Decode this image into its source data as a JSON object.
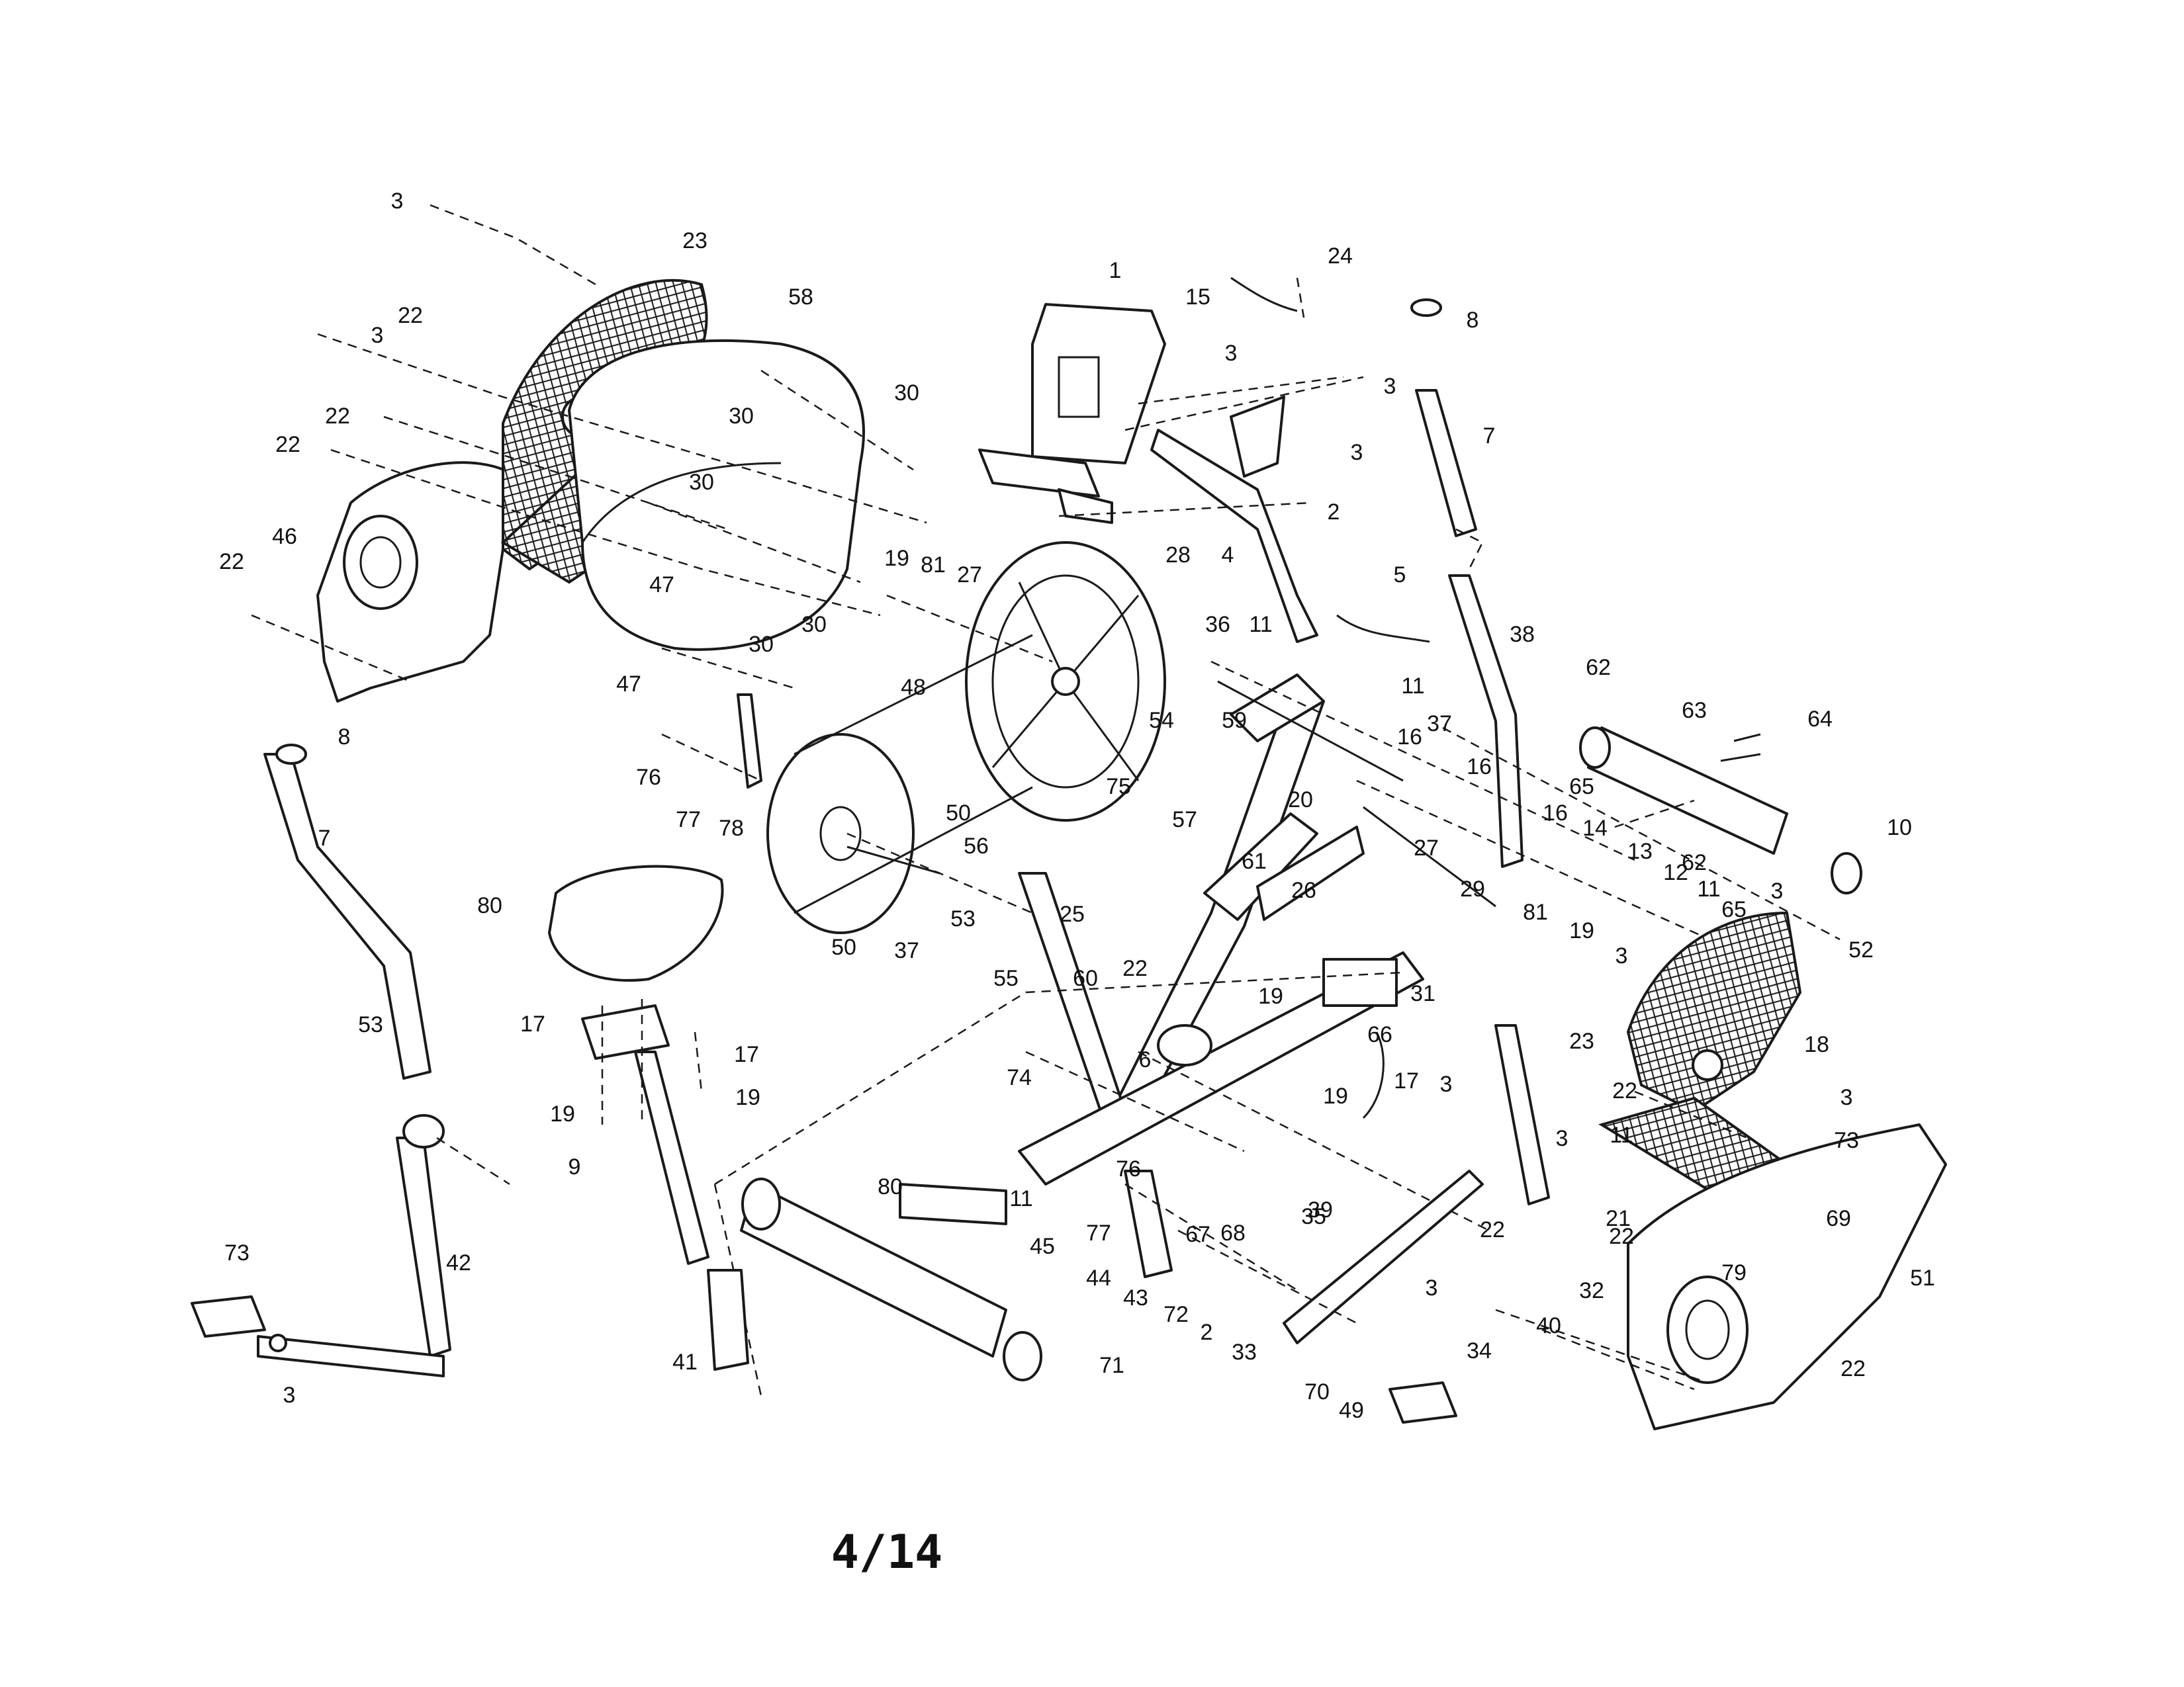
{
  "page_number": "4/14",
  "callouts": [
    "3",
    "23",
    "58",
    "22",
    "3",
    "22",
    "22",
    "46",
    "22",
    "30",
    "30",
    "30",
    "47",
    "30",
    "30",
    "47",
    "1",
    "15",
    "24",
    "3",
    "3",
    "3",
    "2",
    "4",
    "8",
    "7",
    "5",
    "38",
    "19",
    "81",
    "27",
    "28",
    "36",
    "11",
    "11",
    "59",
    "16",
    "37",
    "16",
    "62",
    "63",
    "64",
    "8",
    "7",
    "76",
    "77",
    "78",
    "48",
    "50",
    "54",
    "75",
    "57",
    "20",
    "16",
    "14",
    "13",
    "12",
    "11",
    "65",
    "65",
    "62",
    "10",
    "80",
    "56",
    "25",
    "61",
    "26",
    "27",
    "29",
    "81",
    "19",
    "3",
    "3",
    "52",
    "50",
    "37",
    "53",
    "55",
    "60",
    "22",
    "19",
    "31",
    "23",
    "18",
    "17",
    "17",
    "19",
    "19",
    "9",
    "53",
    "6",
    "66",
    "19",
    "17",
    "3",
    "22",
    "3",
    "11",
    "73",
    "74",
    "11",
    "80",
    "77",
    "76",
    "67",
    "68",
    "39",
    "35",
    "3",
    "22",
    "22",
    "69",
    "51",
    "79",
    "45",
    "44",
    "43",
    "72",
    "2",
    "33",
    "3",
    "40",
    "32",
    "21",
    "73",
    "42",
    "41",
    "71",
    "70",
    "49",
    "34",
    "22",
    "3"
  ]
}
